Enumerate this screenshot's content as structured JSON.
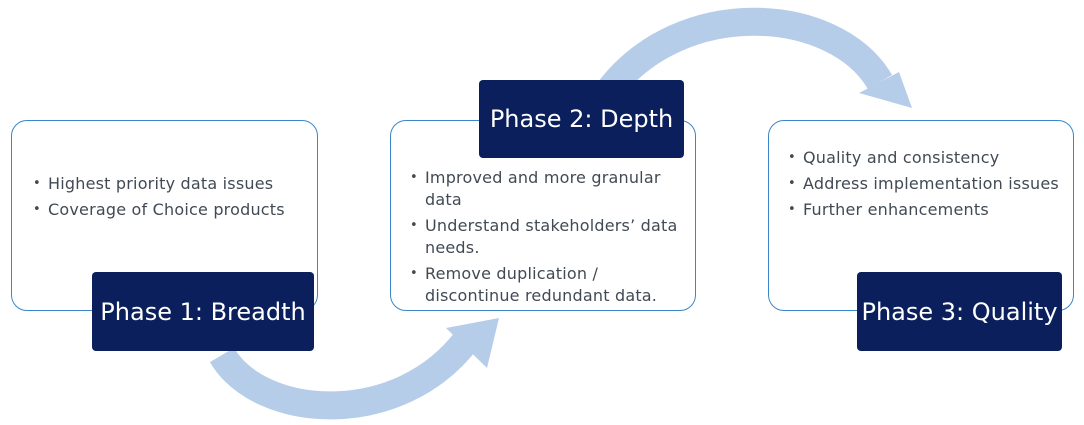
{
  "colors": {
    "box_border": "#3a86c8",
    "label_background": "#0a1f5c",
    "label_text": "#ffffff",
    "arrow": "#b6cde9",
    "body_text": "#414a54"
  },
  "phases": [
    {
      "title": "Phase 1: Breadth",
      "bullets": [
        "Highest priority data issues",
        "Coverage of Choice products"
      ]
    },
    {
      "title": "Phase 2: Depth",
      "bullets": [
        "Improved and more granular data",
        "Understand stakeholders’ data needs.",
        "Remove duplication / discontinue redundant data."
      ]
    },
    {
      "title": "Phase 3: Quality",
      "bullets": [
        "Quality and consistency",
        "Address implementation issues",
        "Further enhancements"
      ]
    }
  ],
  "connectors": [
    {
      "from": "Phase 1: Breadth",
      "to": "Phase 2: Depth",
      "icon": "curved-arrow-icon"
    },
    {
      "from": "Phase 2: Depth",
      "to": "Phase 3: Quality",
      "icon": "curved-arrow-icon"
    }
  ]
}
